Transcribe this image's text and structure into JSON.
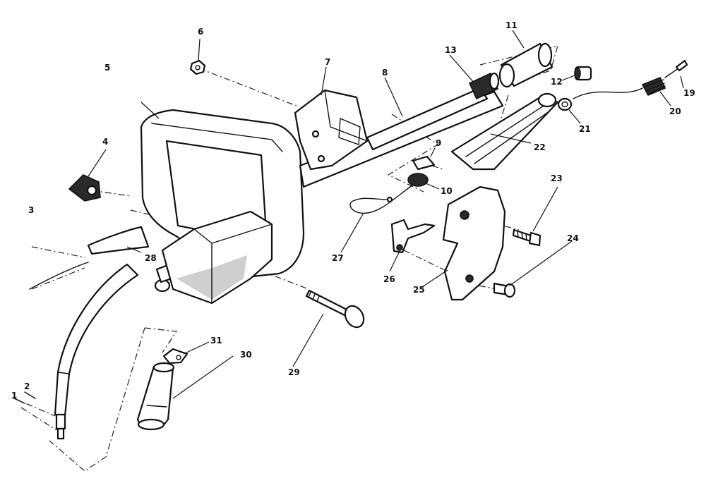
{
  "callouts": {
    "c1": "1",
    "c2": "2",
    "c3": "3",
    "c4": "4",
    "c5": "5",
    "c6": "6",
    "c7": "7",
    "c8": "8",
    "c9": "9",
    "c10": "10",
    "c11": "11",
    "c12": "12",
    "c13": "13",
    "c19": "19",
    "c20": "20",
    "c21": "21",
    "c22": "22",
    "c23": "23",
    "c24": "24",
    "c25": "25",
    "c26": "26",
    "c27": "27",
    "c28": "28",
    "c29": "29",
    "c30": "30",
    "c31": "31"
  },
  "colors": {
    "ink": "#111111",
    "paper": "#ffffff",
    "shade": "#cfcfcf"
  }
}
